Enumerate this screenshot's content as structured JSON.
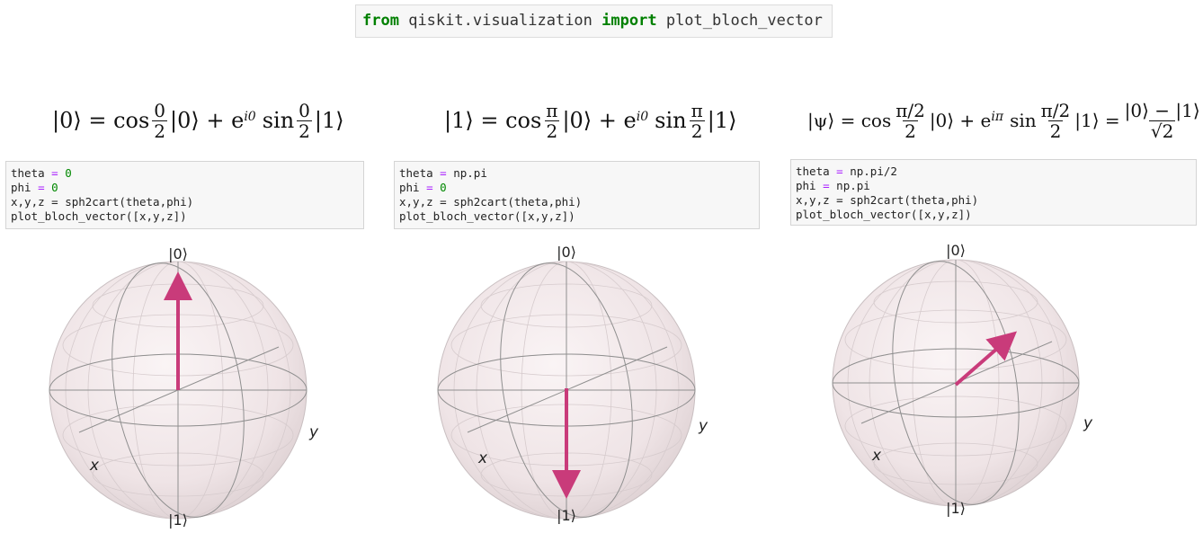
{
  "import_cell": {
    "keyword_from": "from",
    "module": "qiskit.visualization",
    "keyword_import": "import",
    "name": "plot_bloch_vector"
  },
  "panels": [
    {
      "equation": {
        "lhs": "|0⟩ = cos",
        "frac1_num": "0",
        "frac1_den": "2",
        "mid": "|0⟩ + e",
        "exp": "i0",
        "sin": "sin",
        "frac2_num": "0",
        "frac2_den": "2",
        "tail": "|1⟩"
      },
      "code": {
        "l1_var": "theta",
        "l1_op": "=",
        "l1_val": "0",
        "l2_var": "phi",
        "l2_op": "=",
        "l2_val": "0",
        "l3": "x,y,z = sph2cart(theta,phi)",
        "l4": "plot_bloch_vector([x,y,z])"
      },
      "bloch": {
        "label_top": "|0⟩",
        "label_bottom": "|1⟩",
        "label_x": "x",
        "label_y": "y",
        "theta": "0",
        "phi": "0",
        "vector_color": "#c93b7a"
      }
    },
    {
      "equation": {
        "lhs": "|1⟩ = cos",
        "frac1_num": "π",
        "frac1_den": "2",
        "mid": "|0⟩ + e",
        "exp": "i0",
        "sin": "sin",
        "frac2_num": "π",
        "frac2_den": "2",
        "tail": "|1⟩"
      },
      "code": {
        "l1_var": "theta",
        "l1_op": "=",
        "l1_val": "np.pi",
        "l2_var": "phi",
        "l2_op": "=",
        "l2_val": "0",
        "l3": "x,y,z = sph2cart(theta,phi)",
        "l4": "plot_bloch_vector([x,y,z])"
      },
      "bloch": {
        "label_top": "|0⟩",
        "label_bottom": "|1⟩",
        "label_x": "x",
        "label_y": "y",
        "theta": "pi",
        "phi": "0",
        "vector_color": "#c93b7a"
      }
    },
    {
      "equation": {
        "lhs": "|ψ⟩ = cos",
        "frac1_num": "π/2",
        "frac1_den": "2",
        "mid": "|0⟩ + e",
        "exp": "iπ",
        "sin": "sin",
        "frac2_num": "π/2",
        "frac2_den": "2",
        "tail": "|1⟩ =",
        "frac3_num": "|0⟩ − |1⟩",
        "frac3_den": "√2"
      },
      "code": {
        "l1_var": "theta",
        "l1_op": "=",
        "l1_val": "np.pi/2",
        "l2_var": "phi",
        "l2_op": "=",
        "l2_val": "np.pi",
        "l3": "x,y,z = sph2cart(theta,phi)",
        "l4": "plot_bloch_vector([x,y,z])"
      },
      "bloch": {
        "label_top": "|0⟩",
        "label_bottom": "|1⟩",
        "label_x": "x",
        "label_y": "y",
        "theta": "pi/2",
        "phi": "pi",
        "vector_color": "#c93b7a"
      }
    }
  ]
}
